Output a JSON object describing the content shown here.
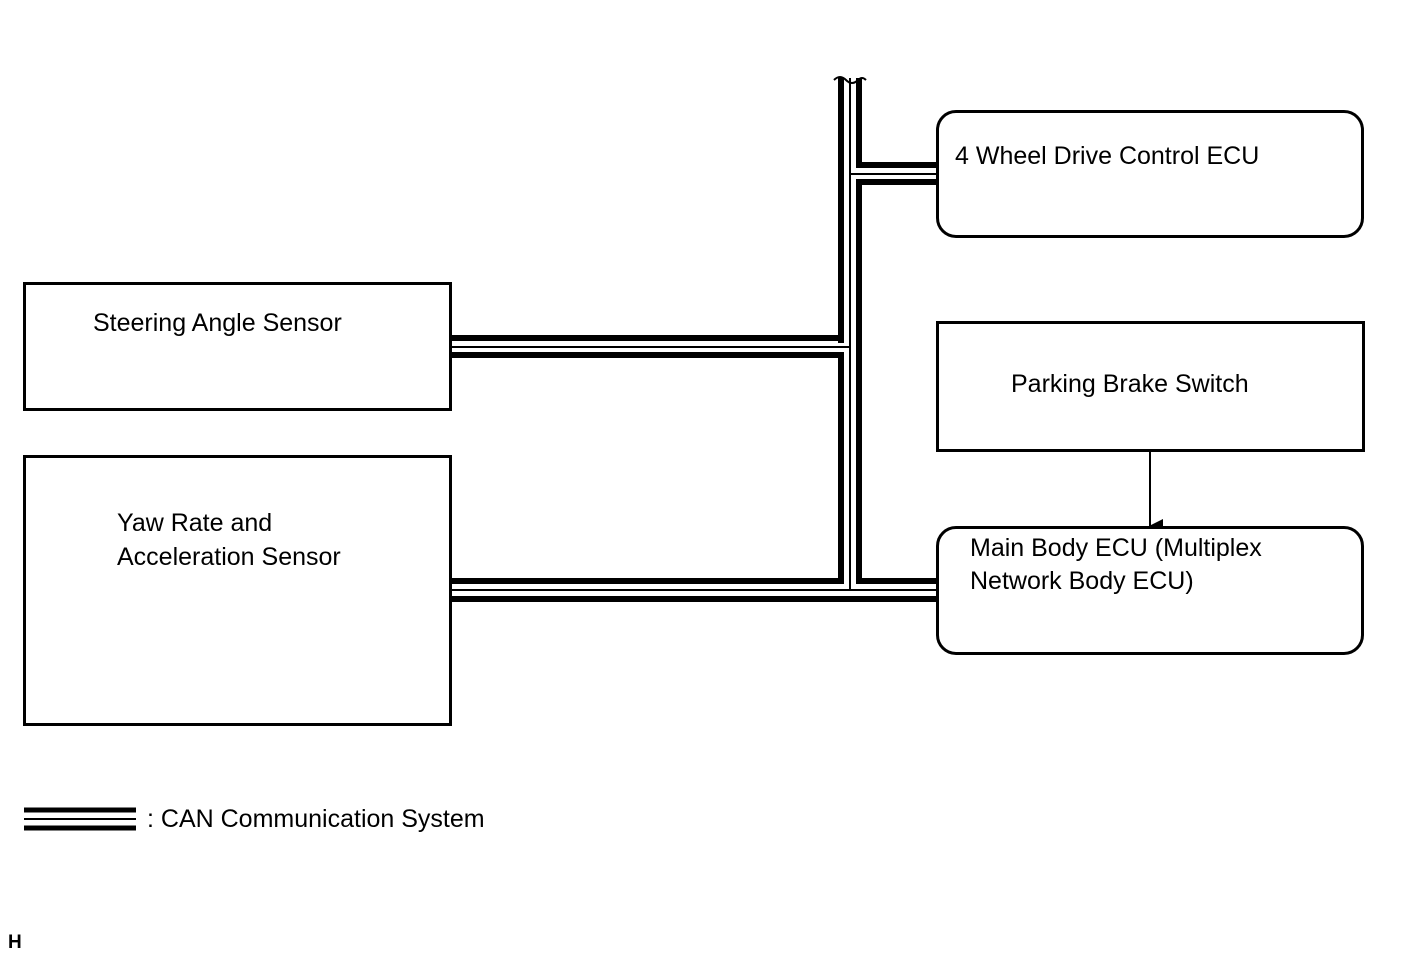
{
  "nodes": {
    "four_wd_ecu": {
      "label": "4 Wheel Drive Control ECU"
    },
    "steering_angle_sensor": {
      "label": "Steering Angle Sensor"
    },
    "parking_brake_switch": {
      "label": "Parking Brake Switch"
    },
    "yaw_rate_sensor": {
      "line1": "Yaw Rate and",
      "line2": "Acceleration Sensor"
    },
    "main_body_ecu": {
      "line1": "Main Body ECU (Multiplex",
      "line2": "Network Body ECU)"
    }
  },
  "legend": {
    "can_label": ": CAN Communication System"
  },
  "corner_mark": "H"
}
